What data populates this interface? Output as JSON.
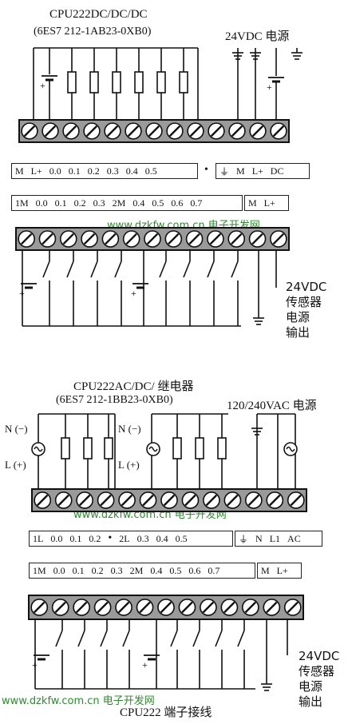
{
  "top": {
    "title": "CPU222DC/DC/DC",
    "model": "(6ES7 212-1AB23-0XB0)",
    "power_label": "24VDC 电源",
    "output_labels": [
      "M",
      "L+",
      "0.0",
      "0.1",
      "0.2",
      "0.3",
      "0.4",
      "0.5",
      "•",
      "⏚",
      "M",
      "L+",
      "DC"
    ],
    "input_labels": [
      "1M",
      "0.0",
      "0.1",
      "0.2",
      "0.3",
      "2M",
      "0.4",
      "0.5",
      "0.6",
      "0.7"
    ],
    "input_power_labels": [
      "M",
      "L+"
    ],
    "sensor_label": [
      "24VDC",
      "传感器",
      "电源",
      "输出"
    ]
  },
  "bottom": {
    "title": "CPU222AC/DC/ 继电器",
    "model": "(6ES7 212-1BB23-0XB0)",
    "power_label": "120/240VAC 电源",
    "n_label": "N (−)",
    "l_label": "L (+)",
    "output_labels_a": [
      "1L",
      "0.0",
      "0.1",
      "0.2",
      "•",
      "2L",
      "0.3",
      "0.4",
      "0.5"
    ],
    "output_labels_b": [
      "⏚",
      "N",
      "L1",
      "AC"
    ],
    "input_labels": [
      "1M",
      "0.0",
      "0.1",
      "0.2",
      "0.3",
      "2M",
      "0.4",
      "0.5",
      "0.6",
      "0.7"
    ],
    "input_power_labels": [
      "M",
      "L+"
    ],
    "sensor_label": [
      "24VDC",
      "传感器",
      "电源",
      "输出"
    ]
  },
  "caption": "CPU222 端子接线",
  "watermarks": [
    "www.dzkfw.com.cn 电子开发网",
    "www.dzkfw.com.cn 电子开发网",
    "www.dzkfw.com.cn 电子开发网"
  ],
  "colors": {
    "line": "#111111",
    "terminal_fill": "#9a9a9a",
    "watermark": "#2f8a2f"
  }
}
